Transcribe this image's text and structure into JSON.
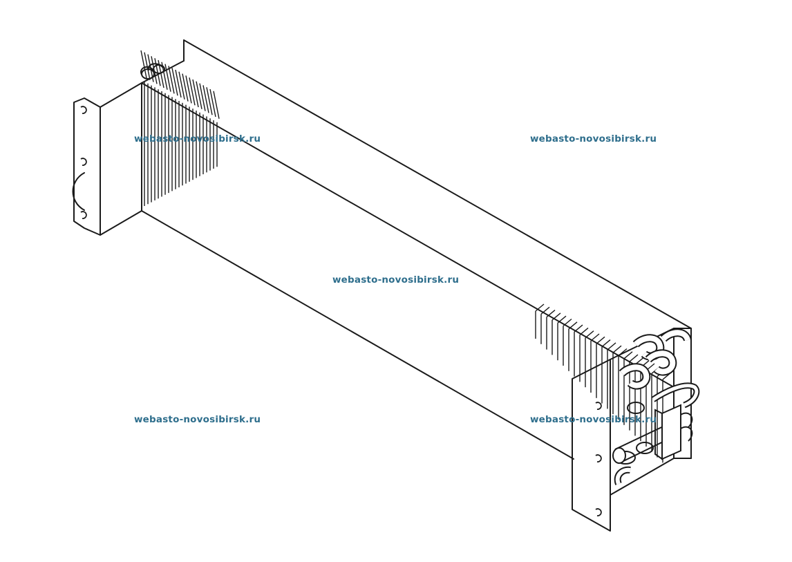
{
  "watermarks": [
    "webasto-novosibirsk.ru",
    "webasto-novosibirsk.ru",
    "webasto-novosibirsk.ru",
    "webasto-novosibirsk.ru",
    "webasto-novosibirsk.ru"
  ],
  "colors": {
    "line": "#1a1a1a",
    "background": "#ffffff",
    "watermark": "#2e6e8c"
  },
  "subject": {
    "icon": "heat-exchanger-core-icon"
  }
}
